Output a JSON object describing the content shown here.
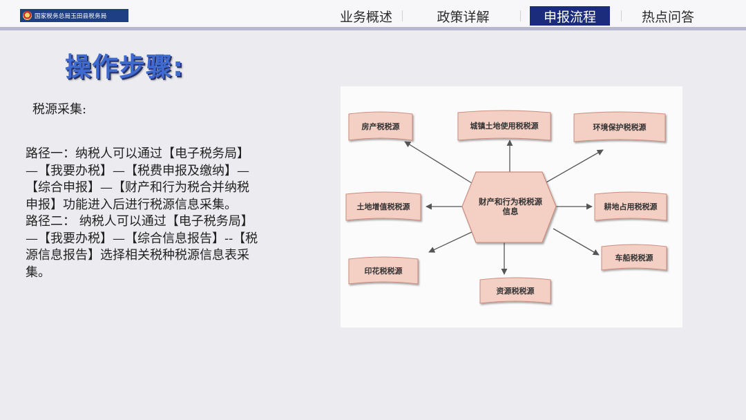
{
  "header": {
    "logo_text": "国家税务总局玉田县税务局",
    "nav": [
      "业务概述",
      "政策详解",
      "申报流程",
      "热点问答"
    ],
    "active_index": 2
  },
  "title": "操作步骤:",
  "subhead": "税源采集:",
  "paths": [
    "路径一：纳税人可以通过【电子税务局】—【我要办税】—【税费申报及缴纳】—【综合申报】—【财产和行为税合并纳税申报】功能进入后进行税源信息采集。",
    "路径二：  纳税人可以通过【电子税务局】—【我要办税】—【综合信息报告】--【税源信息报告】选择相关税种税源信息表采集。"
  ],
  "diagram": {
    "center": "财产和行为税税源信息",
    "nodes": [
      "房产税税源",
      "城镇土地使用税税源",
      "环境保护税税源",
      "土地增值税税源",
      "耕地占用税税源",
      "印花税税源",
      "资源税税源",
      "车船税税源"
    ],
    "colors": {
      "box_fill": "#f3cfc4",
      "box_stroke": "#c98d7e",
      "hex_fill": "#f3cfc4",
      "arrow": "#555555"
    }
  }
}
